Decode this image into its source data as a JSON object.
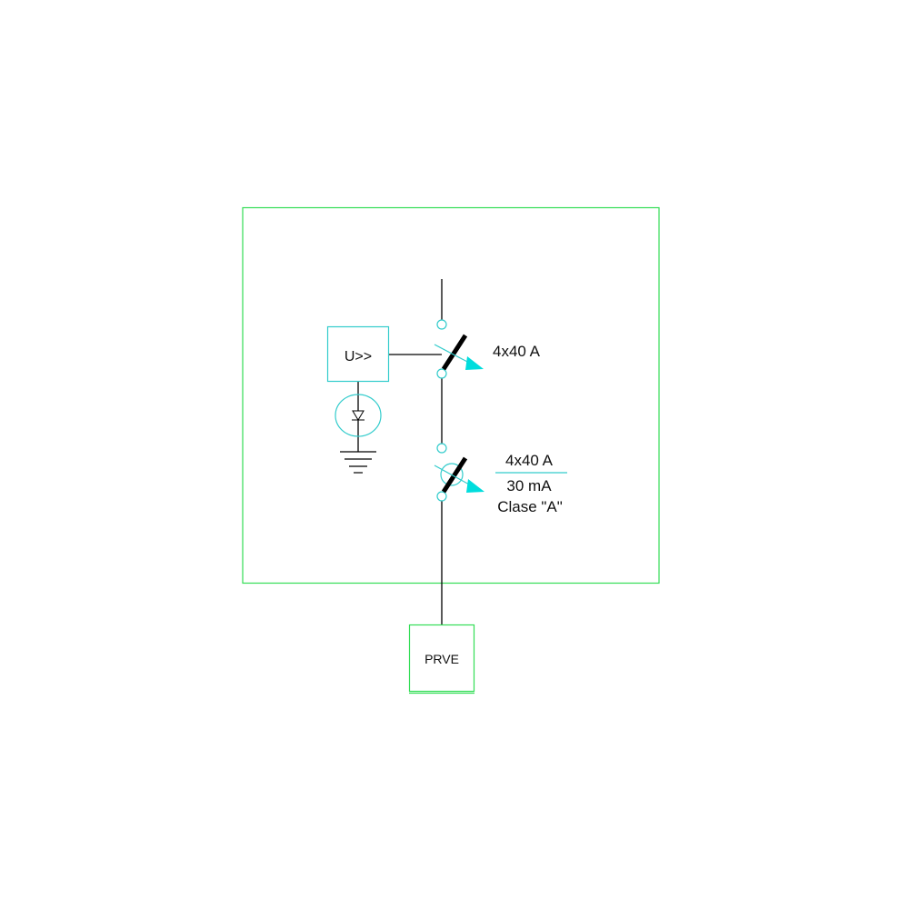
{
  "colors": {
    "enclosure": "#33dd55",
    "symbol": "#33cccc",
    "wire": "#000000",
    "arrow": "#00dddd"
  },
  "relay": {
    "label": "U>>"
  },
  "breaker": {
    "rating": "4x40 A"
  },
  "rcd": {
    "rating": "4x40 A",
    "sensitivity": "30 mA",
    "class": "Clase \"A\""
  },
  "load": {
    "label": "PRVE"
  }
}
